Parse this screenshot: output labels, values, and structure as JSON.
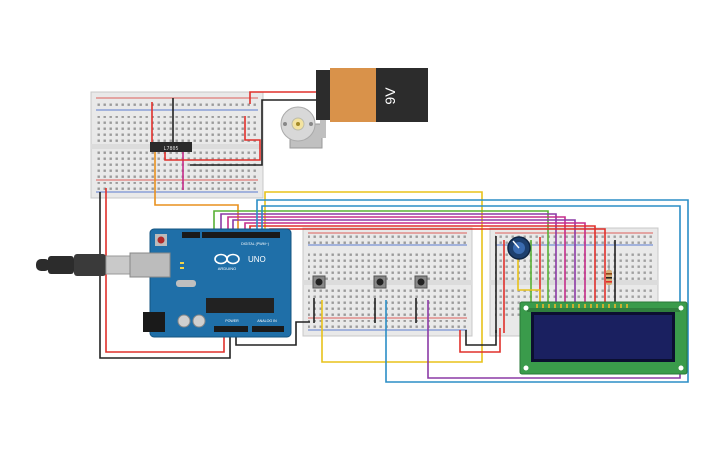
{
  "battery": {
    "label": "9V"
  },
  "regulator": {
    "label": "L7805"
  },
  "arduino": {
    "model": "UNO",
    "brand": "ARDUINO",
    "digital_header_label": "DIGITAL (PWM~)",
    "power_label": "POWER",
    "analog_label": "ANALOG IN"
  },
  "colors": {
    "wire_red": "#e0302b",
    "wire_black": "#222222",
    "wire_yellow": "#e8c21a",
    "wire_orange": "#e8901e",
    "wire_green": "#58b135",
    "wire_blue": "#2b8ec6",
    "wire_purple": "#8b3aa6",
    "wire_magenta": "#c62d8a",
    "arduino_blue": "#1f6fa8",
    "lcd_green": "#3a9b4b",
    "lcd_screen": "#1a2060",
    "battery_orange": "#d9924a"
  }
}
